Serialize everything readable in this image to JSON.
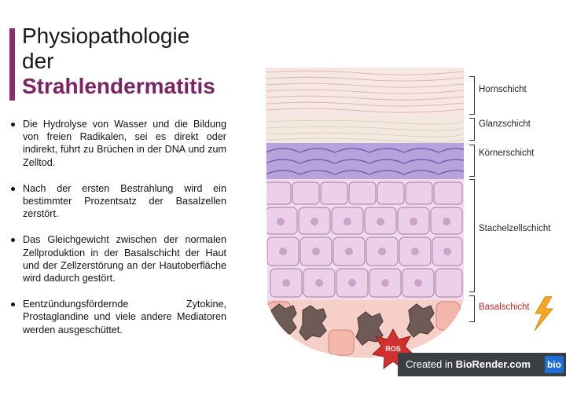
{
  "title": {
    "line1": "Physiopathologie",
    "line2": "der",
    "line3": "Strahlendermatitis"
  },
  "bullets": [
    "Die Hydrolyse von Wasser und die Bildung von freien Radikalen, sei es direkt oder indirekt, führt zu Brüchen in der DNA und zum Zelltod.",
    "Nach der ersten Bestrahlung wird ein bestimmter Prozentsatz der Basalzellen zerstört.",
    "Das Gleichgewicht zwischen der normalen Zellproduktion in der Basalschicht der Haut und der Zellzerstörung an der Hautoberfläche wird dadurch gestört.",
    "Eentzündungsfördernde Zytokine, Prostaglandine und viele andere Mediatoren werden ausgeschüttet."
  ],
  "layers": {
    "hornschicht": "Hornschicht",
    "glanzschicht": "Glanzschicht",
    "koernerschicht": "Körnerschicht",
    "stachelzellschicht": "Stachelzellschicht",
    "basalschicht": "Basalschicht"
  },
  "ros_label": "ROS",
  "footer": {
    "prefix": "Created in ",
    "brand": "BioRender.com",
    "logo": "bio"
  },
  "colors": {
    "title_accent": "#7b2463",
    "basal_label": "#c62828",
    "lightning": "#f5a623",
    "ros_star": "#d32f2f",
    "granular": "#a58fd1",
    "spinous": "#ecd3ea",
    "basal": "#f6c9c0",
    "dead_cells": "#6e5a57"
  }
}
